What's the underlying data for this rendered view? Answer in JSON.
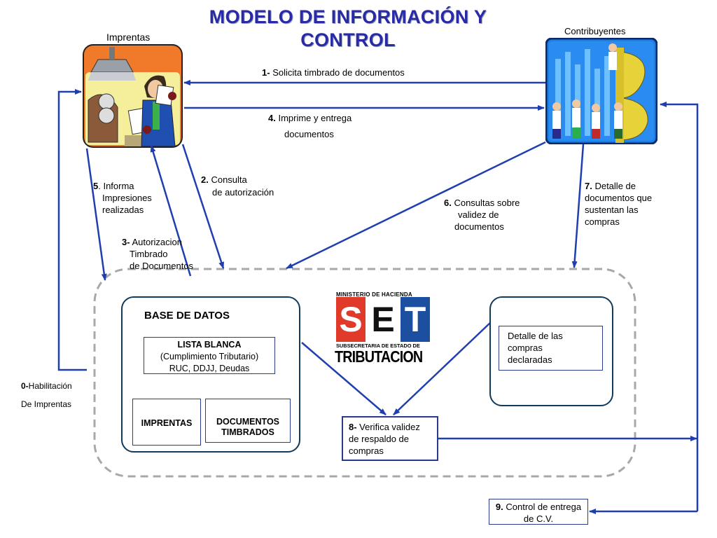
{
  "title": "MODELO DE INFORMACIÓN Y CONTROL",
  "actors": {
    "imprentas": "Imprentas",
    "contribuyentes": "Contribuyentes"
  },
  "steps": {
    "s1_num": "1-",
    "s1_text": "Solicita timbrado de   documentos",
    "s4_num": "4.",
    "s4_line1": " Imprime y entrega",
    "s4_line2": "documentos",
    "s2_num": "2.",
    "s2_line1": " Consulta",
    "s2_line2": "de autorización",
    "s5_num": "5",
    "s5_line1": ". Informa",
    "s5_line2": "Impresiones",
    "s5_line3": "realizadas",
    "s3_num": "3-",
    "s3_line1": " Autorizacion",
    "s3_line2": "Timbrado",
    "s3_line3": "de Documentos",
    "s6_num": "6.",
    "s6_line1": " Consultas sobre",
    "s6_line2": "validez de",
    "s6_line3": "documentos",
    "s7_num": "7.",
    "s7_line1": " Detalle de",
    "s7_line2": "documentos que",
    "s7_line3": "sustentan las",
    "s7_line4": "compras",
    "s0_num": "0-",
    "s0_line1": "Habilitación",
    "s0_line2": "De Imprentas",
    "s8_num": "8-",
    "s8_line1": " Verifica validez",
    "s8_line2": "de respaldo de",
    "s8_line3": "compras",
    "s9_num": "9.",
    "s9_line1": " Control de entrega",
    "s9_line2": "de C.V."
  },
  "database": {
    "title": "BASE DE DATOS",
    "lista_title": "LISTA BLANCA",
    "lista_line1": "(Cumplimiento Tributario)",
    "lista_line2": "RUC, DDJJ, Deudas",
    "imprentas": "IMPRENTAS",
    "docs_line1": "DOCUMENTOS",
    "docs_line2": "TIMBRADOS"
  },
  "compras_box": {
    "line1": "Detalle de las",
    "line2": "compras",
    "line3": "declaradas"
  },
  "logo": {
    "ministry": "MINISTERIO DE HACIENDA",
    "s": "S",
    "e": "E",
    "t": "T",
    "sub": "SUBSECRETARIA DE ESTADO DE",
    "tributacion": "TRIBUTACION",
    "colors": {
      "red": "#e03a2a",
      "blue": "#1d4fa0",
      "black": "#111111"
    }
  },
  "colors": {
    "arrow": "#1f3fb0",
    "title": "#2a2aa8",
    "dashed": "#a8a8a8"
  }
}
